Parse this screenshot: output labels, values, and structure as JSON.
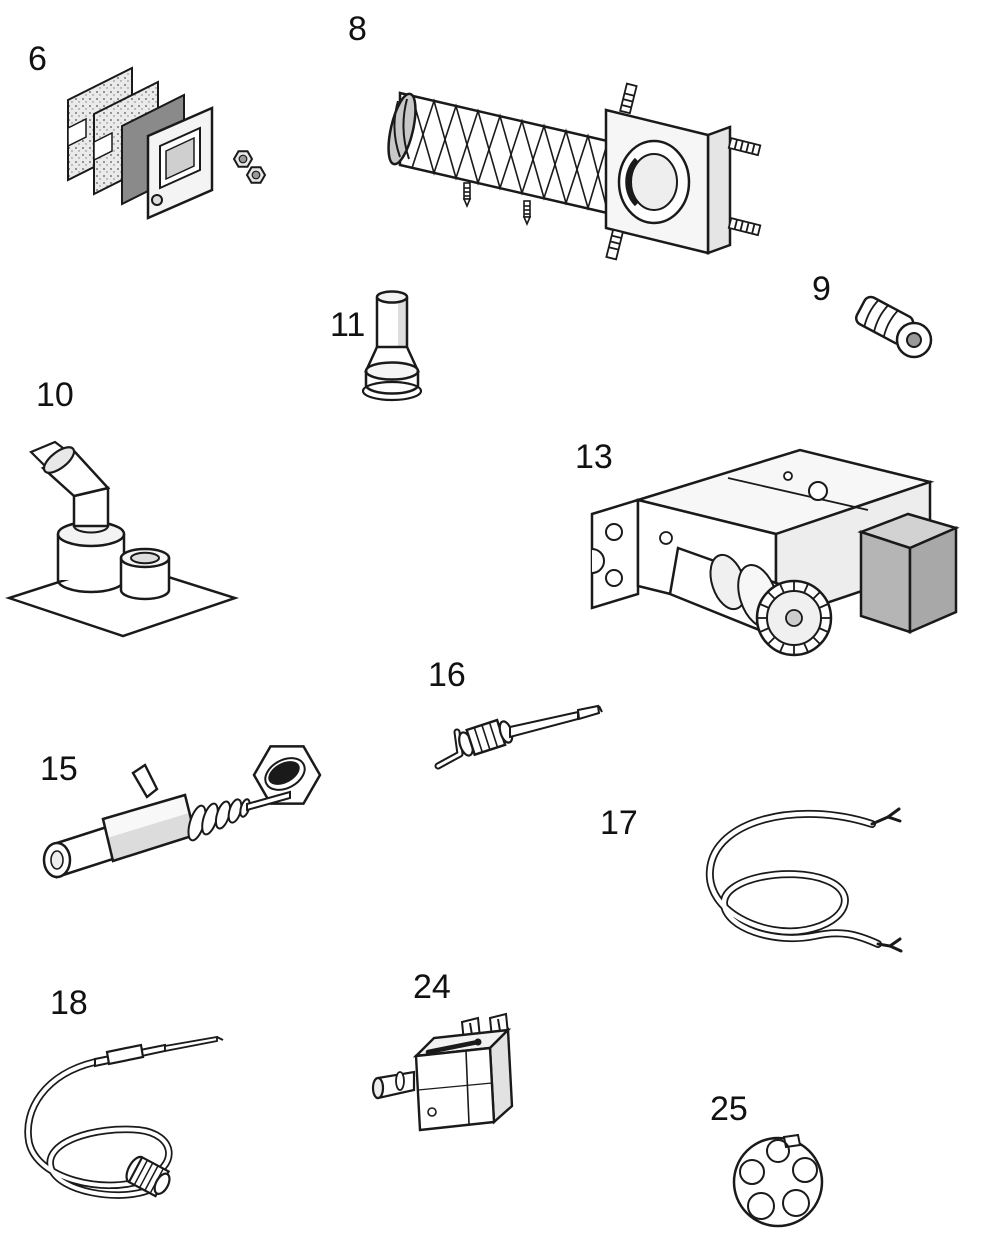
{
  "page": {
    "background": "#ffffff",
    "line_color": "#1a1a1a",
    "description": "Exploded spare-parts line diagram with numbered callouts"
  },
  "diagram": {
    "type": "parts-diagram",
    "parts": [
      {
        "label": "6",
        "icon": "gasket-plate-set-icon"
      },
      {
        "label": "8",
        "icon": "burner-tube-assembly-icon"
      },
      {
        "label": "9",
        "icon": "nozzle-fitting-icon"
      },
      {
        "label": "10",
        "icon": "pilot-burner-base-icon"
      },
      {
        "label": "11",
        "icon": "electrode-bushing-icon"
      },
      {
        "label": "13",
        "icon": "gas-valve-unit-icon"
      },
      {
        "label": "15",
        "icon": "magnet-unit-icon"
      },
      {
        "label": "16",
        "icon": "ignition-electrode-icon"
      },
      {
        "label": "17",
        "icon": "ignition-cable-coil-icon"
      },
      {
        "label": "18",
        "icon": "thermocouple-coil-icon"
      },
      {
        "label": "24",
        "icon": "micro-switch-icon"
      },
      {
        "label": "25",
        "icon": "control-knob-icon"
      }
    ]
  }
}
